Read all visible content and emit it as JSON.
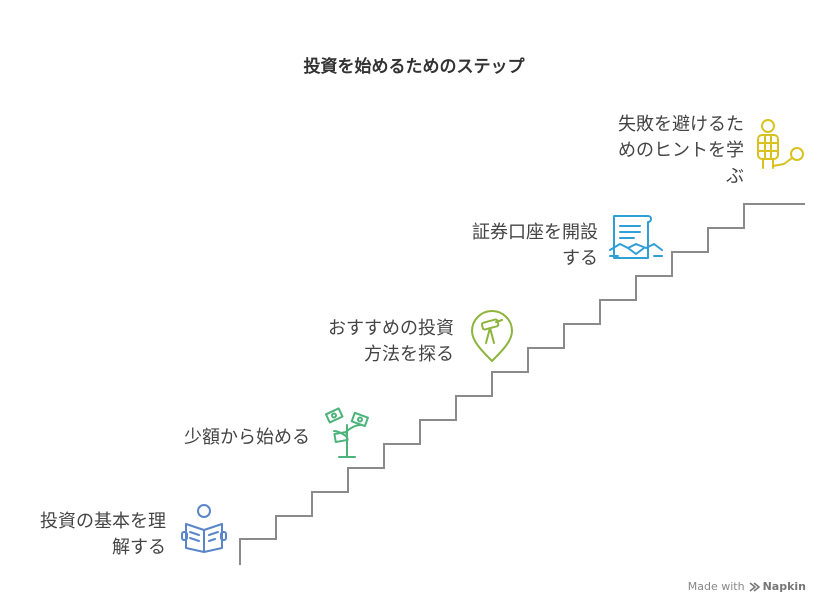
{
  "title": "投資を始めるためのステップ",
  "steps": [
    {
      "label_line1": "投資の基本を理",
      "label_line2": "解する",
      "icon": "book-reading-icon",
      "color": "#5a86c9"
    },
    {
      "label_line1": "少額から始める",
      "label_line2": "",
      "icon": "money-plant-icon",
      "color": "#4cb37a"
    },
    {
      "label_line1": "おすすめの投資",
      "label_line2": "方法を探る",
      "icon": "telescope-pin-icon",
      "color": "#8db53c"
    },
    {
      "label_line1": "証券口座を開設",
      "label_line2": "する",
      "icon": "contract-handshake-icon",
      "color": "#2f9fd6"
    },
    {
      "label_line1": "失敗を避けるた",
      "label_line2": "めのヒントを学",
      "label_line3": "ぶ",
      "icon": "person-with-ball-and-chain-icon",
      "color": "#d9c21f"
    }
  ],
  "footer": {
    "made_with": "Made with",
    "brand": "Napkin"
  }
}
